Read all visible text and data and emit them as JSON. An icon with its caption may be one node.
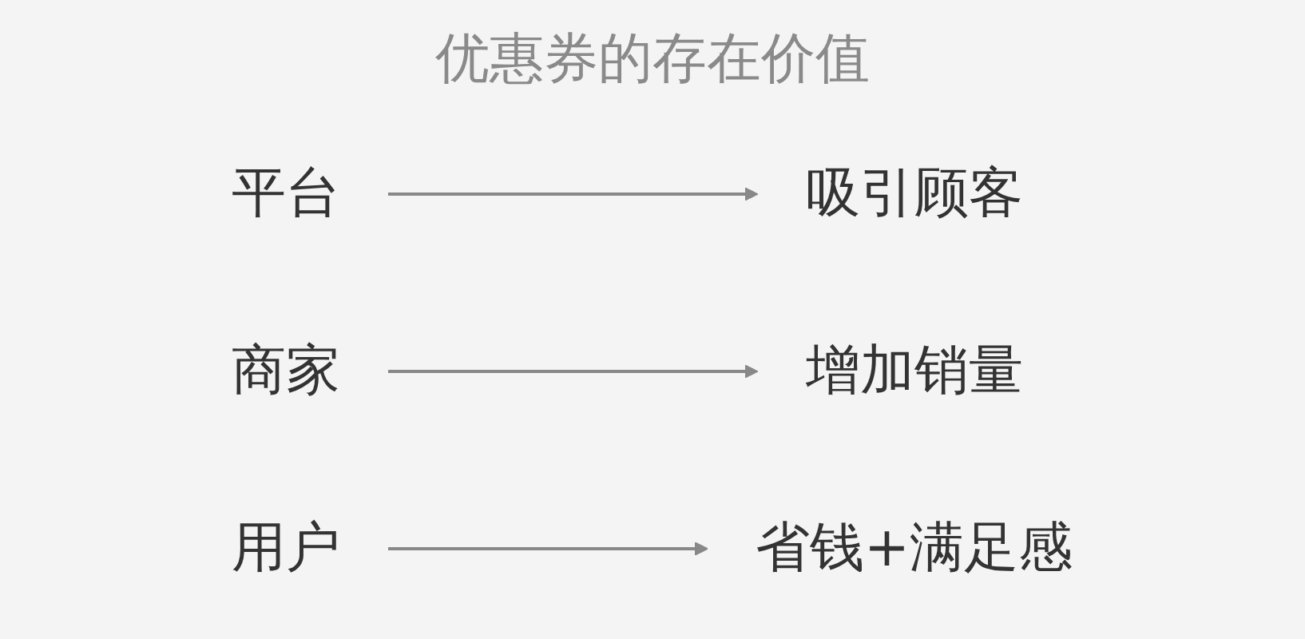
{
  "diagram": {
    "title": "优惠券的存在价值",
    "nodes": [
      {
        "text": [
          "平台"
        ]
      },
      {
        "text": [
          "吸引顾客"
        ]
      },
      {
        "text": [
          "商家"
        ]
      },
      {
        "text": [
          "增加销量"
        ]
      },
      {
        "text": [
          "用户"
        ]
      },
      {
        "text": [
          "省钱+满足感"
        ]
      }
    ],
    "edges": [
      {
        "from": 0,
        "to": 1,
        "arrow": "to"
      },
      {
        "from": 2,
        "to": 3,
        "arrow": "to"
      },
      {
        "from": 4,
        "to": 5,
        "arrow": "to"
      }
    ]
  }
}
